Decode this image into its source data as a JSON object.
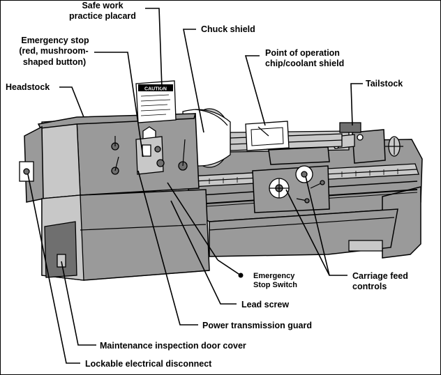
{
  "labels": {
    "placard": [
      "Safe work",
      "practice placard"
    ],
    "emergency_stop": [
      "Emergency stop",
      "(red, mushroom-",
      "shaped button)"
    ],
    "headstock": "Headstock",
    "chuck_shield": "Chuck shield",
    "point_of_operation": [
      "Point of operation",
      "chip/coolant shield"
    ],
    "tailstock": "Tailstock",
    "emergency_stop_switch": [
      "Emergency",
      "Stop Switch"
    ],
    "carriage_feed": [
      "Carriage feed",
      "controls"
    ],
    "lead_screw": "Lead screw",
    "power_transmission_guard": "Power transmission guard",
    "maintenance_door": "Maintenance inspection door cover",
    "lockable_disconnect": "Lockable electrical disconnect",
    "caution_sign": "CAUTION"
  },
  "colors": {
    "machine_body": "#9a9a9a",
    "machine_dark": "#6f6f6f",
    "machine_light": "#c8c8c8",
    "ink": "#000000",
    "background": "#ffffff"
  }
}
